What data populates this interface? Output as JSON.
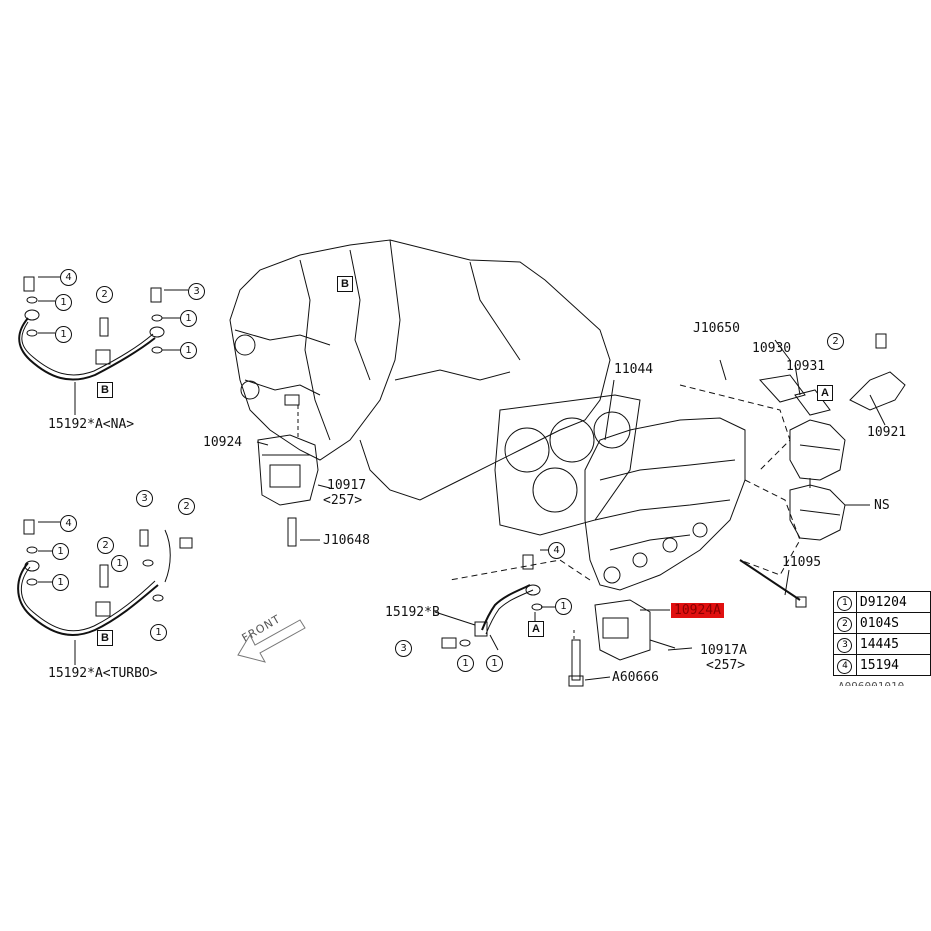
{
  "labels": {
    "pipe_na": "15192*A<NA>",
    "pipe_turbo": "15192*A<TURBO>",
    "pipe_b": "15192*B",
    "p10924": "10924",
    "p10917": "10917",
    "p10917_sub": "<257>",
    "pJ10648": "J10648",
    "p11044": "11044",
    "pJ10650": "J10650",
    "p10930": "10930",
    "p10931": "10931",
    "p10921": "10921",
    "pNS": "NS",
    "p11095": "11095",
    "p10924A": "10924A",
    "p10917A": "10917A",
    "p10917A_sub": "<257>",
    "pA60666": "A60666",
    "front": "FRONT",
    "partial_code": "A096001010"
  },
  "callouts": {
    "c1": "1",
    "c2": "2",
    "c3": "3",
    "c4": "4",
    "box_a": "A",
    "box_b": "B"
  },
  "legend": [
    {
      "key": "1",
      "value": "D91204"
    },
    {
      "key": "2",
      "value": "0104S"
    },
    {
      "key": "3",
      "value": "14445"
    },
    {
      "key": "4",
      "value": "15194"
    }
  ],
  "colors": {
    "line": "#111111",
    "highlight": "#e01010"
  }
}
